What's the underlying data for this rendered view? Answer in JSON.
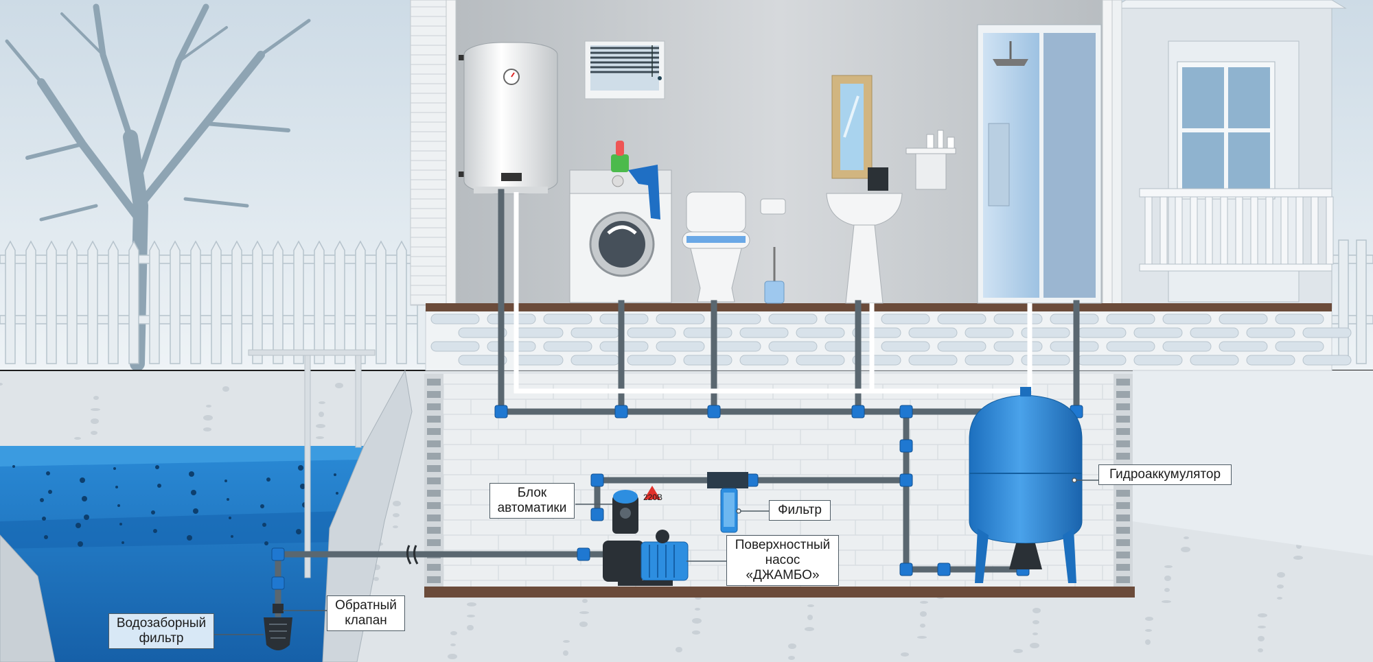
{
  "diagram": {
    "labels": {
      "automation_block": {
        "line1": "Блок",
        "line2": "автоматики"
      },
      "filter": "Фильтр",
      "accumulator": "Гидроаккумулятор",
      "pump": {
        "line1": "Поверхностный",
        "line2": "насос",
        "line3": "«ДЖАМБО»"
      },
      "check_valve": {
        "line1": "Обратный",
        "line2": "клапан"
      },
      "intake_filter": {
        "line1": "Водозаборный",
        "line2": "фильтр"
      },
      "voltage": "220В"
    },
    "colors": {
      "pipe": "#5a6770",
      "fitting": "#1f78d1",
      "water": "#1a7fd0",
      "tank": "#2a86d6",
      "floor": "#6b4b3a",
      "warning": "#e2312b"
    }
  }
}
